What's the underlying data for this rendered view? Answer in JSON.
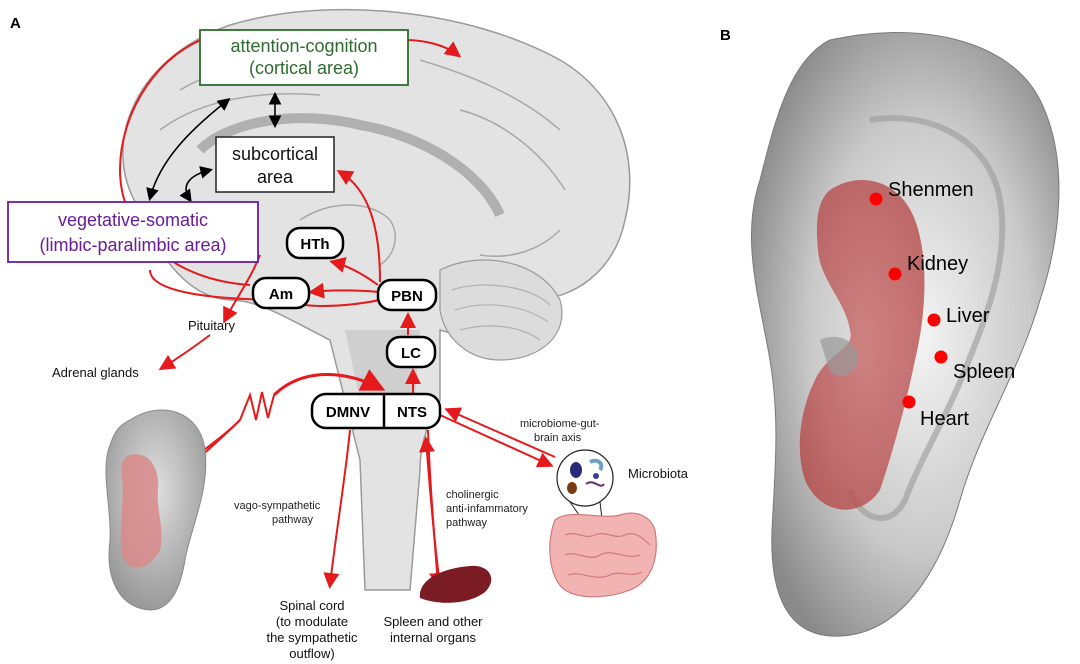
{
  "panel_a": {
    "letter": "A",
    "cortical_line1": "attention-cognition",
    "cortical_line2": "(cortical area)",
    "subcortical_line1": "subcortical",
    "subcortical_line2": "area",
    "limbic_line1": "vegetative-somatic",
    "limbic_line2": "(limbic-paralimbic area)",
    "nodes": {
      "hth": "HTh",
      "am": "Am",
      "pbn": "PBN",
      "lc": "LC",
      "dmnv": "DMNV",
      "nts": "NTS"
    },
    "pituitary": "Pituitary",
    "adrenal": "Adrenal glands",
    "vago_line1": "vago-sympathetic",
    "vago_line2": "pathway",
    "cholinergic_line1": "cholinergic",
    "cholinergic_line2": "anti-infammatory",
    "cholinergic_line3": "pathway",
    "microbiome_line1": "microbiome-gut-",
    "microbiome_line2": "brain axis",
    "microbiota": "Microbiota",
    "spinal_line1": "Spinal cord",
    "spinal_line2": "(to modulate",
    "spinal_line3": "the sympathetic",
    "spinal_line4": "outflow)",
    "spleen_line1": "Spleen and other",
    "spleen_line2": "internal organs"
  },
  "panel_b": {
    "letter": "B",
    "points": [
      "Shenmen",
      "Kidney",
      "Liver",
      "Spleen",
      "Heart"
    ]
  },
  "colors": {
    "pathway_red": "#e41a1c",
    "cortical_green": "#2e6b2e",
    "limbic_purple": "#6a1b9a",
    "brain_gray": "#d9d9d9",
    "spleen_dark": "#7b1c24",
    "ear_point_red": "#ff0000"
  }
}
